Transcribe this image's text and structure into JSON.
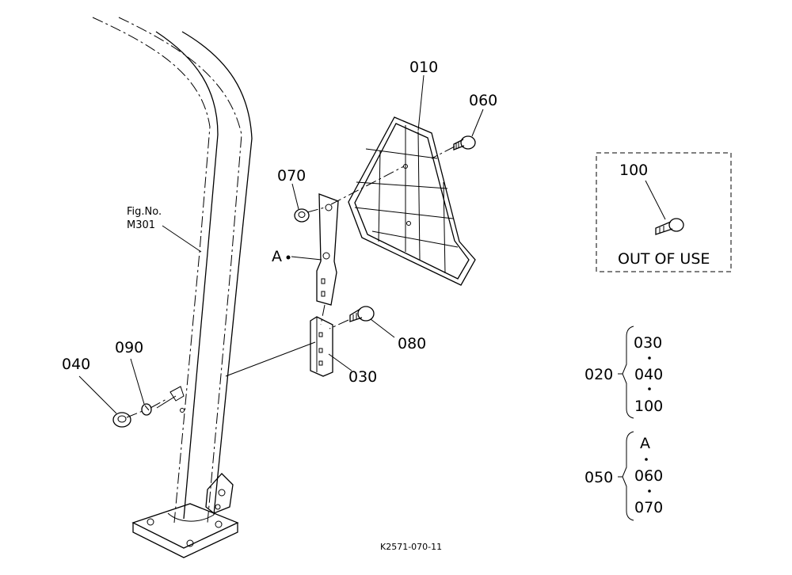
{
  "fig_ref": {
    "line1": "Fig.No.",
    "line2": "M301"
  },
  "callouts": {
    "p010": "010",
    "p060": "060",
    "p070": "070",
    "p080": "080",
    "p030": "030",
    "p040": "040",
    "p090": "090",
    "pointA": "A"
  },
  "out_of_use_box": {
    "part": "100",
    "text": "OUT OF USE"
  },
  "assembly_020": {
    "parent": "020",
    "children": [
      "030",
      "040",
      "100"
    ]
  },
  "assembly_050": {
    "parent": "050",
    "children": [
      "A",
      "060",
      "070"
    ]
  },
  "drawing_number": "K2571-070-11"
}
